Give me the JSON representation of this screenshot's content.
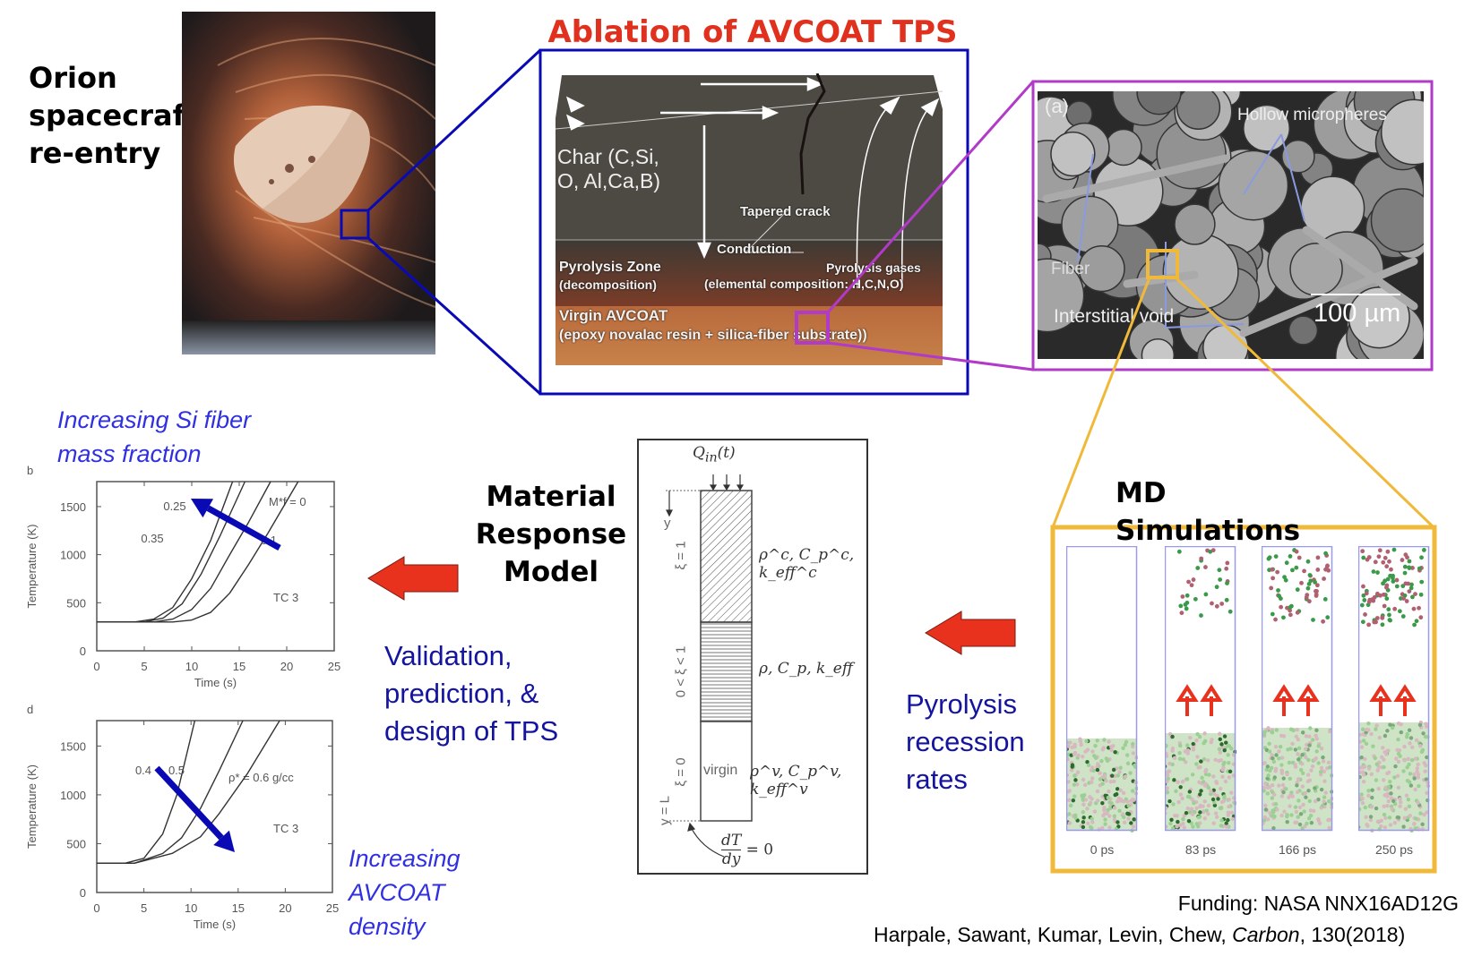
{
  "orion": {
    "label_lines": [
      "Orion",
      "spacecraft",
      "re-entry"
    ]
  },
  "ablation": {
    "title": "Ablation of AVCOAT TPS",
    "char_label_lines": [
      "Char (C,Si,",
      "O, Al,Ca,B)"
    ],
    "tapered_crack": "Tapered crack",
    "conduction": "Conduction",
    "pyrolysis_zone": "Pyrolysis Zone",
    "decomposition": "(decomposition)",
    "pyrolysis_gases": "Pyrolysis gases",
    "elemental_composition": "(elemental composition: H,C,N,O)",
    "virgin": "Virgin AVCOAT",
    "virgin_detail": "(epoxy novalac resin + silica-fiber substrate))"
  },
  "sem": {
    "panel_label": "(a)",
    "hollow": "Hollow micropheres",
    "fiber": "Fiber",
    "void": "Interstitial void",
    "scale": "100 µm"
  },
  "md": {
    "title_lines": [
      "MD",
      "Simulations"
    ],
    "frames": [
      {
        "label": "0 ps",
        "gas_fraction": 0.0
      },
      {
        "label": "83 ps",
        "gas_fraction": 0.3
      },
      {
        "label": "166 ps",
        "gas_fraction": 0.6
      },
      {
        "label": "250 ps",
        "gas_fraction": 0.9
      }
    ]
  },
  "material_model": {
    "title_lines": [
      "Material",
      "Response",
      "Model"
    ]
  },
  "validation": {
    "lines": [
      "Validation,",
      "prediction, &",
      "design of TPS"
    ]
  },
  "pyrolysis_rates": {
    "lines": [
      "Pyrolysis",
      "recession",
      "rates"
    ]
  },
  "equation": {
    "q_in": "Q",
    "q_in_sub": "in",
    "q_in_arg": "(t)",
    "y_label": "y",
    "xi_char": "ξ = 1",
    "xi_pyro": "0 < ξ < 1",
    "xi_virgin": "ξ = 0",
    "y_bottom": "y = L",
    "virgin": "virgin",
    "props_char": "ρ^c, C_p^c, k_eff^c",
    "props_pyro": "ρ, C_p, k_eff",
    "props_virgin": "ρ^v, C_p^v, k_eff^v",
    "bc_num": "dT",
    "bc_den": "dy",
    "bc_eq": "= 0"
  },
  "captions": {
    "si_fiber_lines": [
      "Increasing Si fiber",
      "mass fraction"
    ],
    "density_lines": [
      "Increasing",
      "AVCOAT",
      "density"
    ]
  },
  "credits": {
    "funding": "Funding: NASA NNX16AD12G",
    "authors": "Harpale, Sawant, Kumar, Levin, Chew, ",
    "journal": "Carbon",
    "volume": ", 130(2018)"
  },
  "colors": {
    "title_red": "#e0301e",
    "zoom_blue": "#0a0ab4",
    "zoom_magenta": "#b23ac8",
    "zoom_yellow": "#f0b93a",
    "arrow_red": "#e8321e",
    "arrow_blue": "#0a0ab4"
  },
  "chart_data": [
    {
      "type": "line",
      "panel": "b",
      "xlabel": "Time (s)",
      "ylabel": "Temperature (K)",
      "xlim": [
        0,
        25
      ],
      "ylim": [
        0,
        1760
      ],
      "xticks": [
        0,
        5,
        10,
        15,
        20,
        25
      ],
      "yticks": [
        0,
        500,
        1000,
        1500
      ],
      "annotation": "TC 3",
      "legend_label": "M*f = 0",
      "series": [
        {
          "name": "0.35",
          "points": [
            [
              0,
              300
            ],
            [
              4,
              300
            ],
            [
              6,
              330
            ],
            [
              8,
              450
            ],
            [
              10,
              750
            ],
            [
              12,
              1150
            ],
            [
              14.3,
              1760
            ]
          ]
        },
        {
          "name": "0.25",
          "points": [
            [
              0,
              300
            ],
            [
              5,
              300
            ],
            [
              7,
              340
            ],
            [
              9,
              490
            ],
            [
              11,
              800
            ],
            [
              13,
              1200
            ],
            [
              15.6,
              1760
            ]
          ]
        },
        {
          "name": "0.1",
          "points": [
            [
              0,
              300
            ],
            [
              6,
              300
            ],
            [
              8,
              330
            ],
            [
              10,
              430
            ],
            [
              12,
              650
            ],
            [
              14,
              1000
            ],
            [
              16,
              1340
            ],
            [
              18.3,
              1760
            ]
          ]
        },
        {
          "name": "0",
          "points": [
            [
              0,
              300
            ],
            [
              8,
              300
            ],
            [
              10,
              320
            ],
            [
              12,
              400
            ],
            [
              14,
              600
            ],
            [
              16,
              900
            ],
            [
              18,
              1220
            ],
            [
              21.2,
              1760
            ]
          ]
        }
      ]
    },
    {
      "type": "line",
      "panel": "d",
      "xlabel": "Time (s)",
      "ylabel": "Temperature (K)",
      "xlim": [
        0,
        25
      ],
      "ylim": [
        0,
        1760
      ],
      "xticks": [
        0,
        5,
        10,
        15,
        20,
        25
      ],
      "yticks": [
        0,
        500,
        1000,
        1500
      ],
      "annotation": "TC 3",
      "legend_label": "ρ* = 0.6 g/cc",
      "series": [
        {
          "name": "0.4",
          "points": [
            [
              0,
              300
            ],
            [
              3,
              300
            ],
            [
              5,
              350
            ],
            [
              7,
              600
            ],
            [
              8.5,
              1000
            ],
            [
              10.4,
              1760
            ]
          ]
        },
        {
          "name": "0.5",
          "points": [
            [
              0,
              300
            ],
            [
              4,
              300
            ],
            [
              7,
              400
            ],
            [
              9,
              560
            ],
            [
              11,
              860
            ],
            [
              13,
              1250
            ],
            [
              15.5,
              1760
            ]
          ]
        },
        {
          "name": "0.6",
          "points": [
            [
              0,
              300
            ],
            [
              4,
              300
            ],
            [
              8,
              400
            ],
            [
              11,
              570
            ],
            [
              13,
              810
            ],
            [
              16,
              1220
            ],
            [
              19.4,
              1760
            ]
          ]
        }
      ]
    }
  ]
}
